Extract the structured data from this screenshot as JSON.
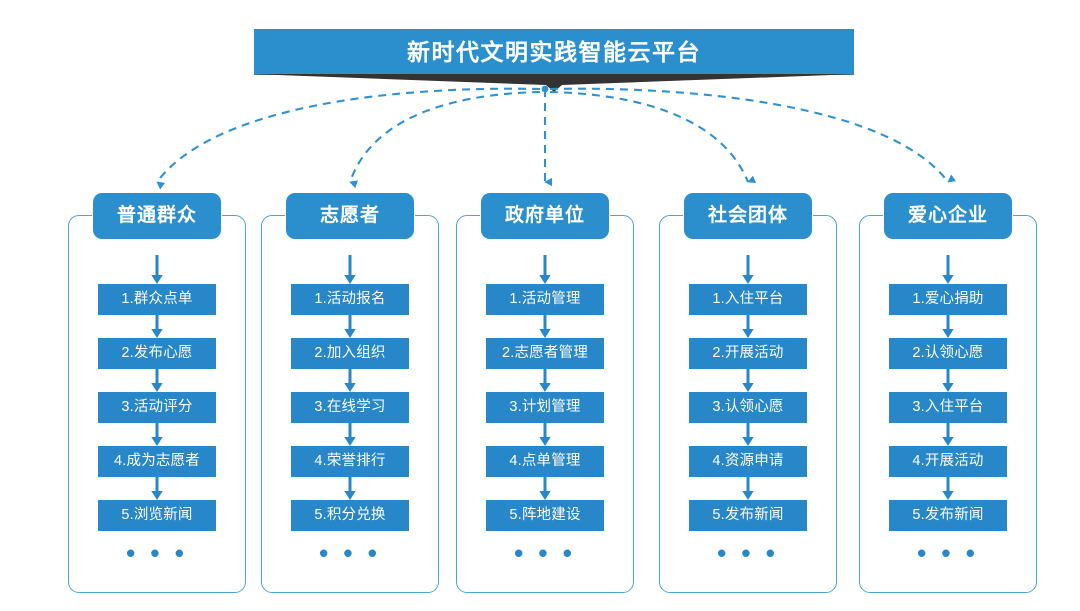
{
  "banner": {
    "title": "新时代文明实践智能云平台",
    "color": "#2b8fcd",
    "shadow_color": "#333333"
  },
  "theme": {
    "header_blue": "#2b8fcd",
    "item_blue": "#2787c8",
    "frame_blue": "#4ba5d8",
    "connector_blue": "#2e92d2",
    "background": "#ffffff"
  },
  "ellipsis": "• • •",
  "columns": [
    {
      "id": "public",
      "header": "普通群众",
      "items": [
        "1.群众点单",
        "2.发布心愿",
        "3.活动评分",
        "4.成为志愿者",
        "5.浏览新闻"
      ]
    },
    {
      "id": "volunteer",
      "header": "志愿者",
      "items": [
        "1.活动报名",
        "2.加入组织",
        "3.在线学习",
        "4.荣誉排行",
        "5.积分兑换"
      ]
    },
    {
      "id": "government",
      "header": "政府单位",
      "items": [
        "1.活动管理",
        "2.志愿者管理",
        "3.计划管理",
        "4.点单管理",
        "5.阵地建设"
      ]
    },
    {
      "id": "social-group",
      "header": "社会团体",
      "items": [
        "1.入住平台",
        "2.开展活动",
        "3.认领心愿",
        "4.资源申请",
        "5.发布新闻"
      ]
    },
    {
      "id": "enterprise",
      "header": "爱心企业",
      "items": [
        "1.爱心捐助",
        "2.认领心愿",
        "3.入住平台",
        "4.开展活动",
        "5.发布新闻"
      ]
    }
  ]
}
